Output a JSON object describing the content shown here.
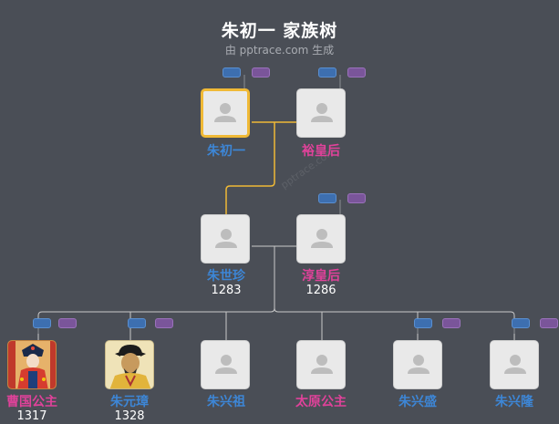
{
  "title": "朱初一 家族树",
  "subtitle": "由 pptrace.com 生成",
  "watermark": "pptrace.com",
  "colors": {
    "background": "#4a4e56",
    "male": "#3d86d6",
    "female": "#e0429a",
    "selected_border": "#f0b936",
    "line": "#c9c9c9"
  },
  "people": {
    "zhu_chuyi": {
      "name": "朱初一",
      "gender": "male",
      "selected": true
    },
    "yu_huanghou": {
      "name": "裕皇后",
      "gender": "female"
    },
    "zhu_shizhen": {
      "name": "朱世珍",
      "gender": "male",
      "year": "1283"
    },
    "chun_huanghou": {
      "name": "淳皇后",
      "gender": "female",
      "year": "1286"
    },
    "caoguo_gongzhu": {
      "name": "曹国公主",
      "gender": "female",
      "year": "1317",
      "photo": "portrait-caoguo"
    },
    "zhu_yuanzhang": {
      "name": "朱元璋",
      "gender": "male",
      "year": "1328",
      "photo": "portrait-zhuyuanzhang"
    },
    "zhu_xingzu": {
      "name": "朱兴祖",
      "gender": "male"
    },
    "taiyuan_gongzhu": {
      "name": "太原公主",
      "gender": "female"
    },
    "zhu_xingsheng": {
      "name": "朱兴盛",
      "gender": "male"
    },
    "zhu_xinglong": {
      "name": "朱兴隆",
      "gender": "male"
    }
  }
}
